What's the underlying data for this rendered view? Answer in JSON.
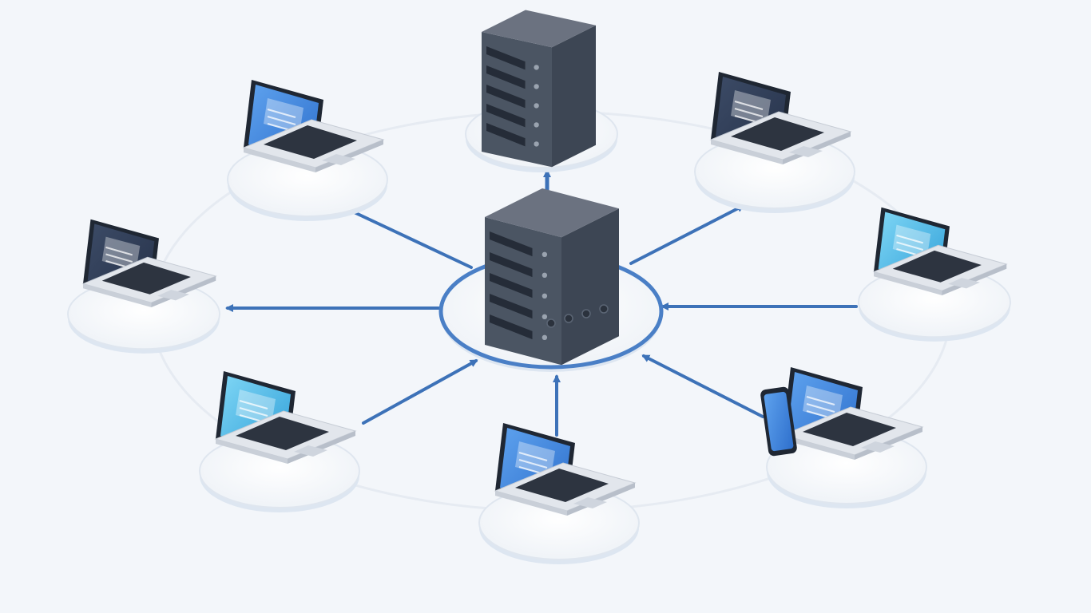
{
  "diagram": {
    "kind": "client-server network topology",
    "hub": {
      "icon": "server-icon"
    },
    "upstream_server": {
      "icon": "server-icon"
    },
    "clients": [
      {
        "icon": "laptop-icon",
        "screen": "blue"
      },
      {
        "icon": "laptop-icon",
        "screen": "dark"
      },
      {
        "icon": "laptop-icon",
        "screen": "cyan"
      },
      {
        "icon": "laptop-icon",
        "screen": "blue"
      },
      {
        "icon": "laptop-icon",
        "screen": "dark"
      },
      {
        "icon": "laptop-icon",
        "screen": "cyan"
      },
      {
        "icon": "laptop-icon",
        "screen": "blue"
      }
    ],
    "extra_devices": [
      {
        "icon": "smartphone-icon"
      }
    ]
  },
  "colors": {
    "background": "#f3f6fa",
    "link": "#3d72b8",
    "ring": "#4a7fc6",
    "server_body": "#4b5563",
    "server_top": "#6b7280",
    "laptop_body": "#e2e6ec",
    "screen_blue": "#3b7fd9",
    "screen_dark": "#2f3c52",
    "screen_cyan": "#49b6e6"
  }
}
